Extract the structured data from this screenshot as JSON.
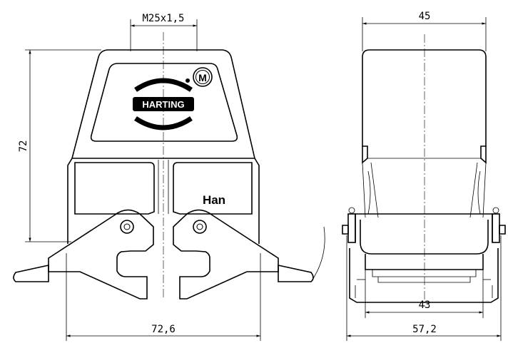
{
  "front_view": {
    "thread_label": "M25x1,5",
    "height_label": "72",
    "width_label": "72,6",
    "brand_text": "HARTING",
    "badge_letter": "M",
    "series_text": "Han"
  },
  "side_view": {
    "top_width_label": "45",
    "inner_width_label": "43",
    "overall_width_label": "57,2"
  }
}
